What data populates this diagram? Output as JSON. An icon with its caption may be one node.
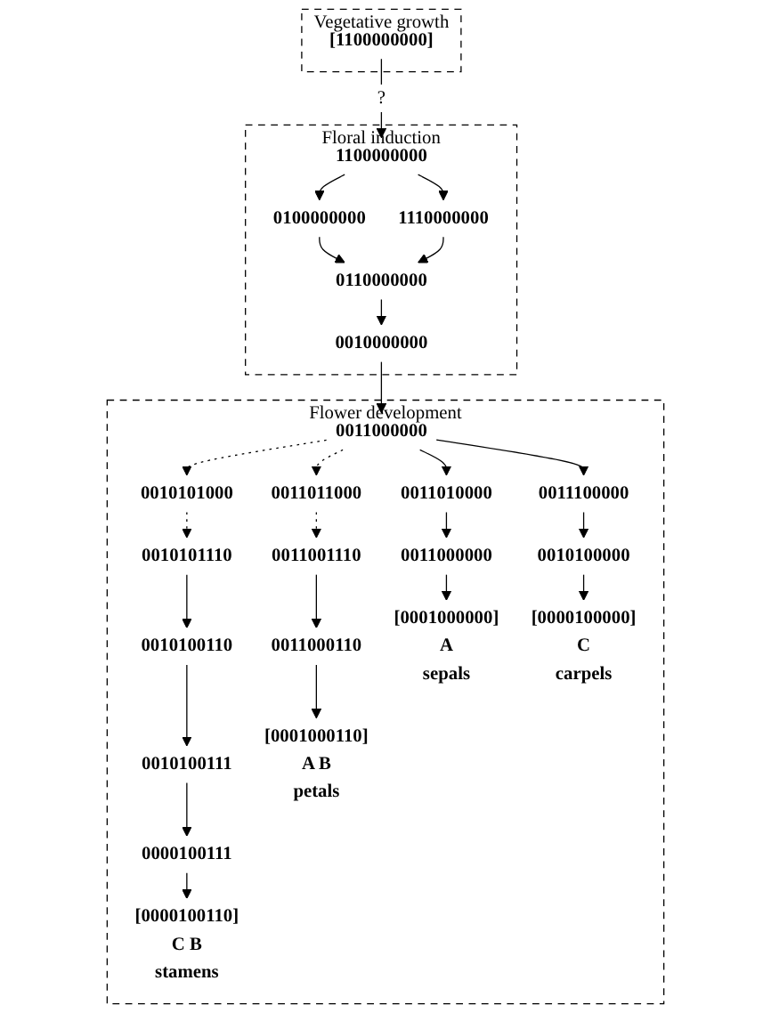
{
  "diagram": {
    "nodes": [
      {
        "text": [
          "Vegetative growth"
        ]
      },
      {
        "text": [
          "[1100000000]"
        ],
        "in": 0
      },
      {
        "text": [
          "Floral induction"
        ]
      },
      {
        "text": [
          "1100000000"
        ],
        "in": 2
      },
      {
        "text": [
          "0100000000"
        ],
        "in": 2
      },
      {
        "text": [
          "1110000000"
        ],
        "in": 2
      },
      {
        "text": [
          "0110000000"
        ],
        "in": 2
      },
      {
        "text": [
          "0010000000"
        ],
        "in": 2
      },
      {
        "text": [
          "Flower development"
        ]
      },
      {
        "text": [
          "0011000000"
        ],
        "in": 8
      },
      {
        "text": [
          "0011011000"
        ],
        "in": 8
      },
      {
        "text": [
          "0010101000"
        ],
        "in": 8
      },
      {
        "text": [
          "0011010000"
        ],
        "in": 8
      },
      {
        "text": [
          "0011001110"
        ],
        "in": 8
      },
      {
        "text": [
          "0010101110"
        ],
        "in": 8
      },
      {
        "text": [
          "0011100000"
        ],
        "in": 8
      },
      {
        "text": [
          "0011000000"
        ],
        "in": 8
      },
      {
        "text": [
          "0011000110"
        ],
        "in": 8
      },
      {
        "text": [
          "0010100110"
        ],
        "in": 8
      },
      {
        "text": [
          "0010100000"
        ],
        "in": 8
      },
      {
        "text": [
          "0010100111"
        ],
        "in": 8
      },
      {
        "text": [
          "0000100111"
        ],
        "in": 8
      },
      {
        "text": [
          "[0001000000]",
          "A",
          "sepals"
        ],
        "in": 8
      },
      {
        "text": [
          "[0001000110]",
          "A B",
          "petals"
        ],
        "in": 8
      },
      {
        "text": [
          "[0000100110]",
          "C B",
          "stamens"
        ],
        "in": 8
      },
      {
        "text": [
          "[0000100000]",
          "C",
          "carpels"
        ],
        "in": 8
      }
    ],
    "edges": [
      {
        "from": 1,
        "to": 3,
        "arrow": "to",
        "label": "?"
      },
      {
        "from": 3,
        "to": 4,
        "arrow": "to"
      },
      {
        "from": 3,
        "to": 5,
        "arrow": "to"
      },
      {
        "from": 4,
        "to": 6,
        "arrow": "to"
      },
      {
        "from": 5,
        "to": 6,
        "arrow": "to"
      },
      {
        "from": 6,
        "to": 7,
        "arrow": "to"
      },
      {
        "from": 7,
        "to": 9,
        "arrow": "to"
      },
      {
        "from": 9,
        "to": 12,
        "arrow": "to"
      },
      {
        "from": 9,
        "to": 10,
        "arrow": "to",
        "style": "dashed"
      },
      {
        "from": 9,
        "to": 11,
        "arrow": "to",
        "style": "dashed"
      },
      {
        "from": 9,
        "to": 15,
        "arrow": "to"
      },
      {
        "from": 10,
        "to": 13,
        "arrow": "to",
        "style": "dashed"
      },
      {
        "from": 11,
        "to": 14,
        "arrow": "to",
        "style": "dashed"
      },
      {
        "from": 12,
        "to": 16,
        "arrow": "to"
      },
      {
        "from": 13,
        "to": 17,
        "arrow": "to"
      },
      {
        "from": 14,
        "to": 18,
        "arrow": "to"
      },
      {
        "from": 15,
        "to": 19,
        "arrow": "to"
      },
      {
        "from": 16,
        "to": 22,
        "arrow": "to"
      },
      {
        "from": 17,
        "to": 23,
        "arrow": "to"
      },
      {
        "from": 18,
        "to": 20,
        "arrow": "to"
      },
      {
        "from": 20,
        "to": 21,
        "arrow": "to"
      },
      {
        "from": 21,
        "to": 24,
        "arrow": "to"
      },
      {
        "from": 19,
        "to": 25,
        "arrow": "to"
      }
    ]
  }
}
